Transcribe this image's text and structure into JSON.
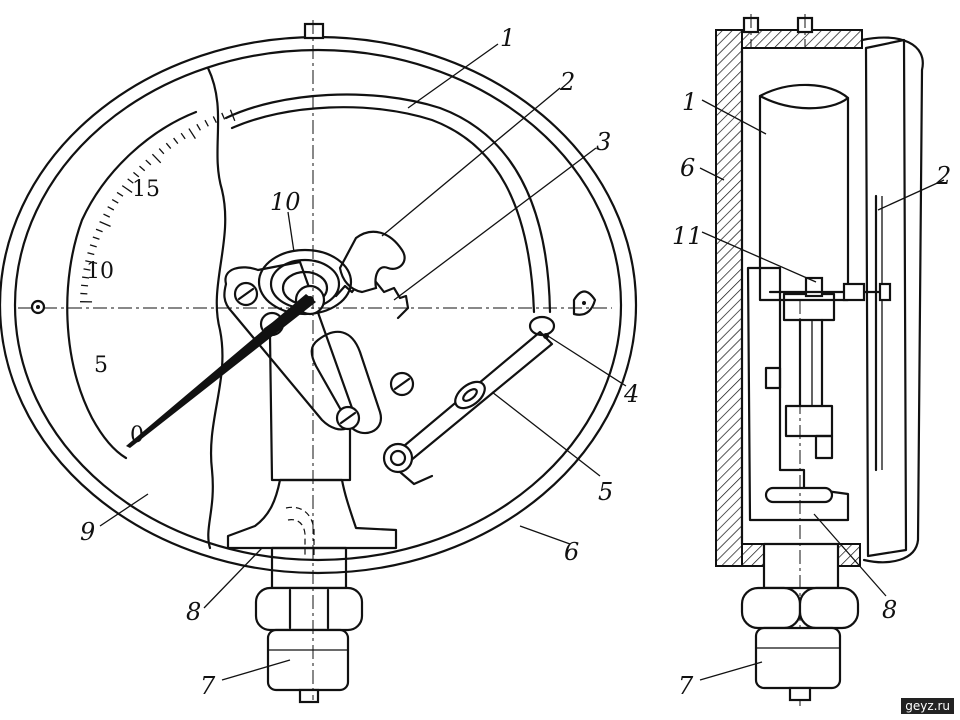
{
  "front_view": {
    "scale_labels": [
      "0",
      "5",
      "10",
      "15"
    ],
    "callouts": [
      "1",
      "2",
      "3",
      "10",
      "4",
      "5",
      "6",
      "7",
      "8",
      "9"
    ]
  },
  "side_view": {
    "callouts": [
      "1",
      "6",
      "2",
      "11",
      "8",
      "7"
    ]
  },
  "watermark": "geyz.ru"
}
